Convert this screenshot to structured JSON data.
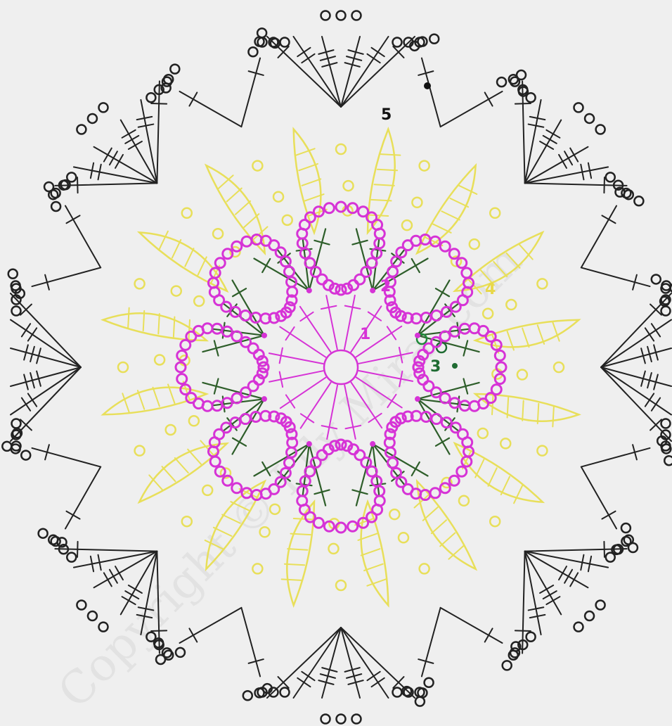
{
  "round_labels": [
    {
      "id": "r1",
      "text": "1",
      "color": "#d633d6"
    },
    {
      "id": "r2",
      "text": "2",
      "color": "#d633d6"
    },
    {
      "id": "r3",
      "text": "3",
      "color": "#1f6b32"
    },
    {
      "id": "r4",
      "text": "4",
      "color": "#e8d84a"
    },
    {
      "id": "r5",
      "text": "5",
      "color": "#111111"
    }
  ],
  "watermark": {
    "text": "Copyright © Lily Mira .com"
  },
  "colors": {
    "background": "#efefef",
    "round1": "#d633d6",
    "round2": "#d633d6",
    "round3": "#2e5e2a",
    "round4": "#e8df5a",
    "round5": "#222222"
  }
}
